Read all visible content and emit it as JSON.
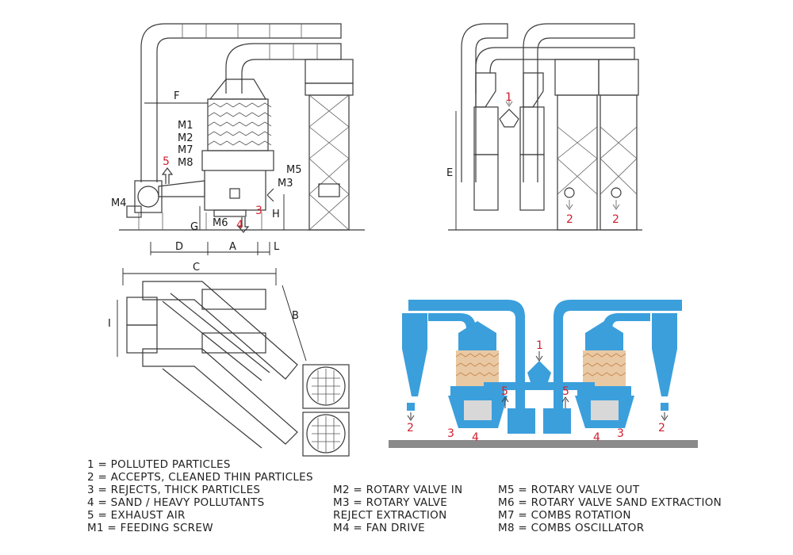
{
  "side_view": {
    "labels": [
      "F",
      "M1",
      "M2",
      "M7",
      "M8",
      "M5",
      "M3",
      "M4",
      "M6",
      "G",
      "H",
      "D",
      "A",
      "L"
    ],
    "red_labels": [
      "5",
      "3",
      "4"
    ]
  },
  "front_view": {
    "labels": [
      "E"
    ],
    "red_labels": [
      "1",
      "2",
      "2"
    ]
  },
  "top_view": {
    "labels": [
      "C",
      "I",
      "B"
    ]
  },
  "color_view": {
    "red_labels": [
      "1",
      "5",
      "5",
      "2",
      "3",
      "4",
      "4",
      "3",
      "2"
    ],
    "colors": {
      "equipment": "#3b9fdc",
      "media": "#e9c9a3",
      "ground": "#8a8a8a"
    }
  },
  "legend": {
    "col1": [
      "1 = POLLUTED PARTICLES",
      "2 = ACCEPTS, CLEANED THIN PARTICLES",
      "3 = REJECTS, THICK PARTICLES",
      "4 = SAND / HEAVY POLLUTANTS",
      "5 = EXHAUST AIR",
      "M1 = FEEDING SCREW"
    ],
    "col2": [
      "M2 = ROTARY VALVE IN",
      "M3 = ROTARY VALVE",
      "REJECT EXTRACTION",
      "M4 = FAN DRIVE"
    ],
    "col3": [
      "M5 = ROTARY VALVE OUT",
      "M6 = ROTARY VALVE SAND EXTRACTION",
      "M7 = COMBS ROTATION",
      "M8 = COMBS OSCILLATOR"
    ]
  }
}
